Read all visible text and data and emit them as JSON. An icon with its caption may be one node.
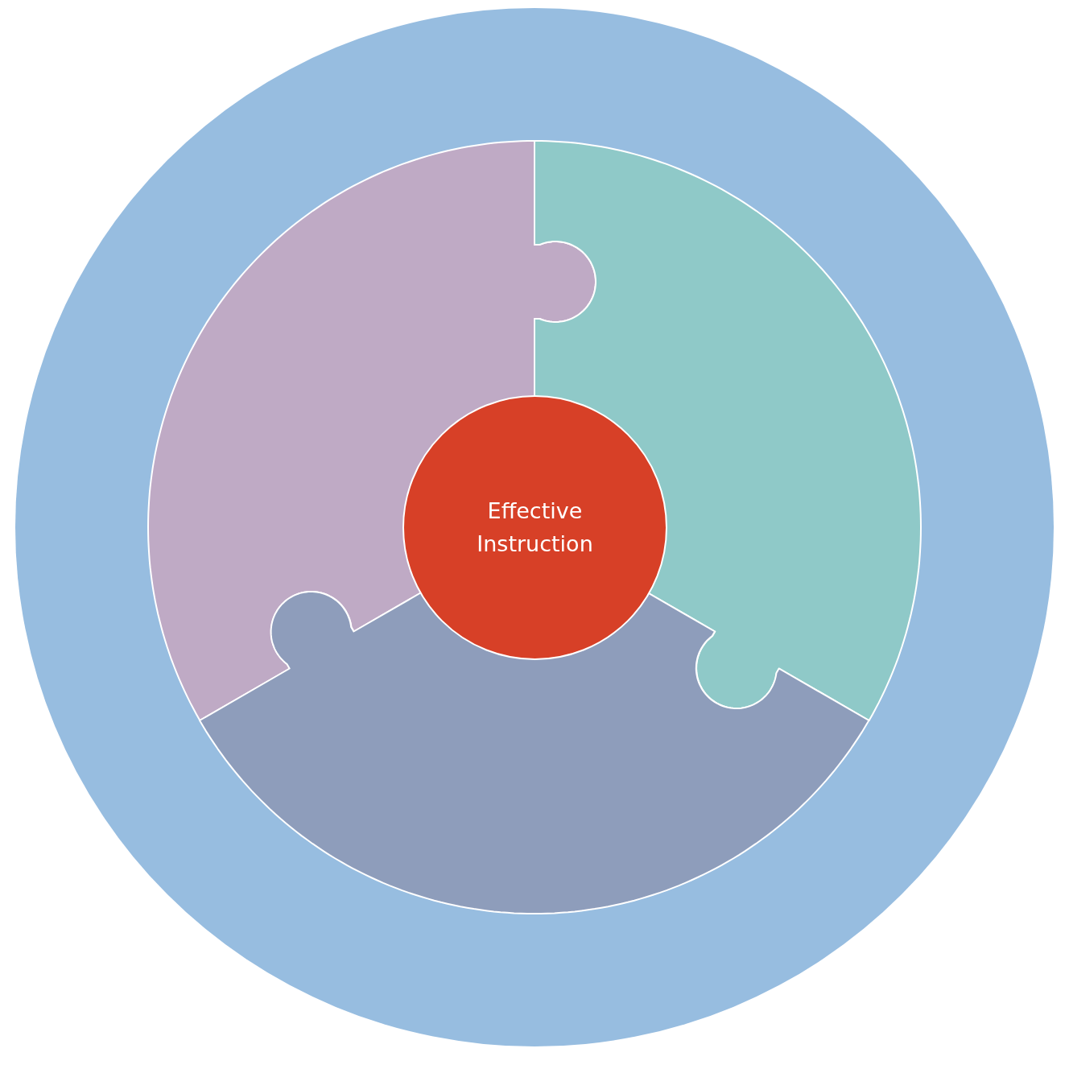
{
  "diagram": {
    "nodes": [
      {
        "text": [],
        "shape": "circle"
      },
      {
        "text": [],
        "shape": "puzzle",
        "in": 0
      },
      {
        "text": [],
        "shape": "puzzle",
        "in": 0
      },
      {
        "text": [],
        "shape": "puzzle",
        "in": 0
      },
      {
        "text": [
          "Effective Instruction"
        ],
        "in": 0
      }
    ]
  }
}
